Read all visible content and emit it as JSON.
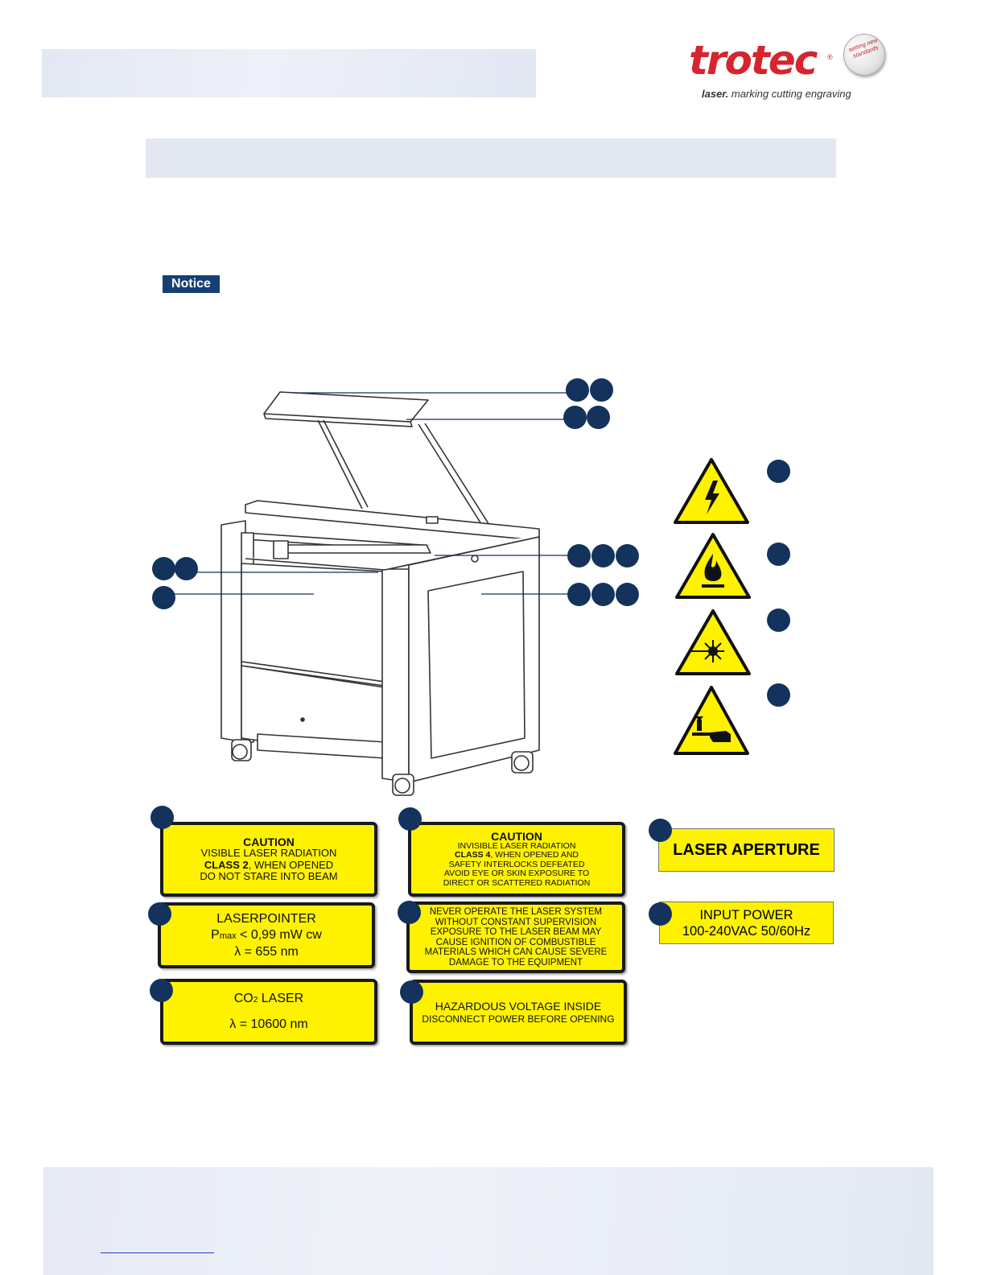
{
  "header": {
    "logo": {
      "wordmark": "trotec",
      "registered": "®",
      "tagline_bold": "laser.",
      "tagline": " marking cutting engraving",
      "seal_text": "setting new standards"
    }
  },
  "notice_badge": "Notice",
  "colors": {
    "accent_navy": "#163f73",
    "callout_dot": "#13325c",
    "label_yellow": "#fff200",
    "brand_red": "#d7242e"
  },
  "warning_icons": [
    {
      "name": "electrical-hazard-icon"
    },
    {
      "name": "fire-hazard-icon"
    },
    {
      "name": "laser-radiation-icon"
    },
    {
      "name": "hand-crush-hazard-icon"
    }
  ],
  "labels": {
    "class2": {
      "line1": "CAUTION",
      "line2": "VISIBLE LASER RADIATION",
      "line3_bold": "CLASS 2",
      "line3_rest": ", WHEN OPENED",
      "line4": "DO NOT STARE INTO BEAM"
    },
    "class4": {
      "line1": "CAUTION",
      "line2": "INVISIBLE LASER RADIATION",
      "line3_bold": "CLASS 4",
      "line3_rest": ", WHEN OPENED AND",
      "line4": "SAFETY  INTERLOCKS DEFEATED",
      "line5": "AVOID EYE OR SKIN EXPOSURE TO",
      "line6": "DIRECT OR SCATTERED RADIATION"
    },
    "aperture": "LASER APERTURE",
    "laserpointer": {
      "line1": "LASERPOINTER",
      "line2_p": "P",
      "line2_sub": "max",
      "line2_rest": " < 0,99 mW cw",
      "line3": "λ = 655 nm"
    },
    "never_operate": {
      "line1": "NEVER OPERATE THE LASER SYSTEM",
      "line2": "WITHOUT CONSTANT SUPERVISION",
      "line3": "EXPOSURE TO THE LASER BEAM MAY",
      "line4": "CAUSE IGNITION OF COMBUSTIBLE",
      "line5": "MATERIALS WHICH CAN CAUSE SEVERE",
      "line6": "DAMAGE TO THE EQUIPMENT"
    },
    "input_power": {
      "line1": "INPUT POWER",
      "line2": "100-240VAC 50/60Hz"
    },
    "co2": {
      "line1_a": "CO",
      "line1_sub": "2",
      "line1_b": " LASER",
      "line2": "λ = 10600 nm"
    },
    "voltage": {
      "line1": "HAZARDOUS VOLTAGE INSIDE",
      "line2": "DISCONNECT POWER BEFORE OPENING"
    }
  }
}
